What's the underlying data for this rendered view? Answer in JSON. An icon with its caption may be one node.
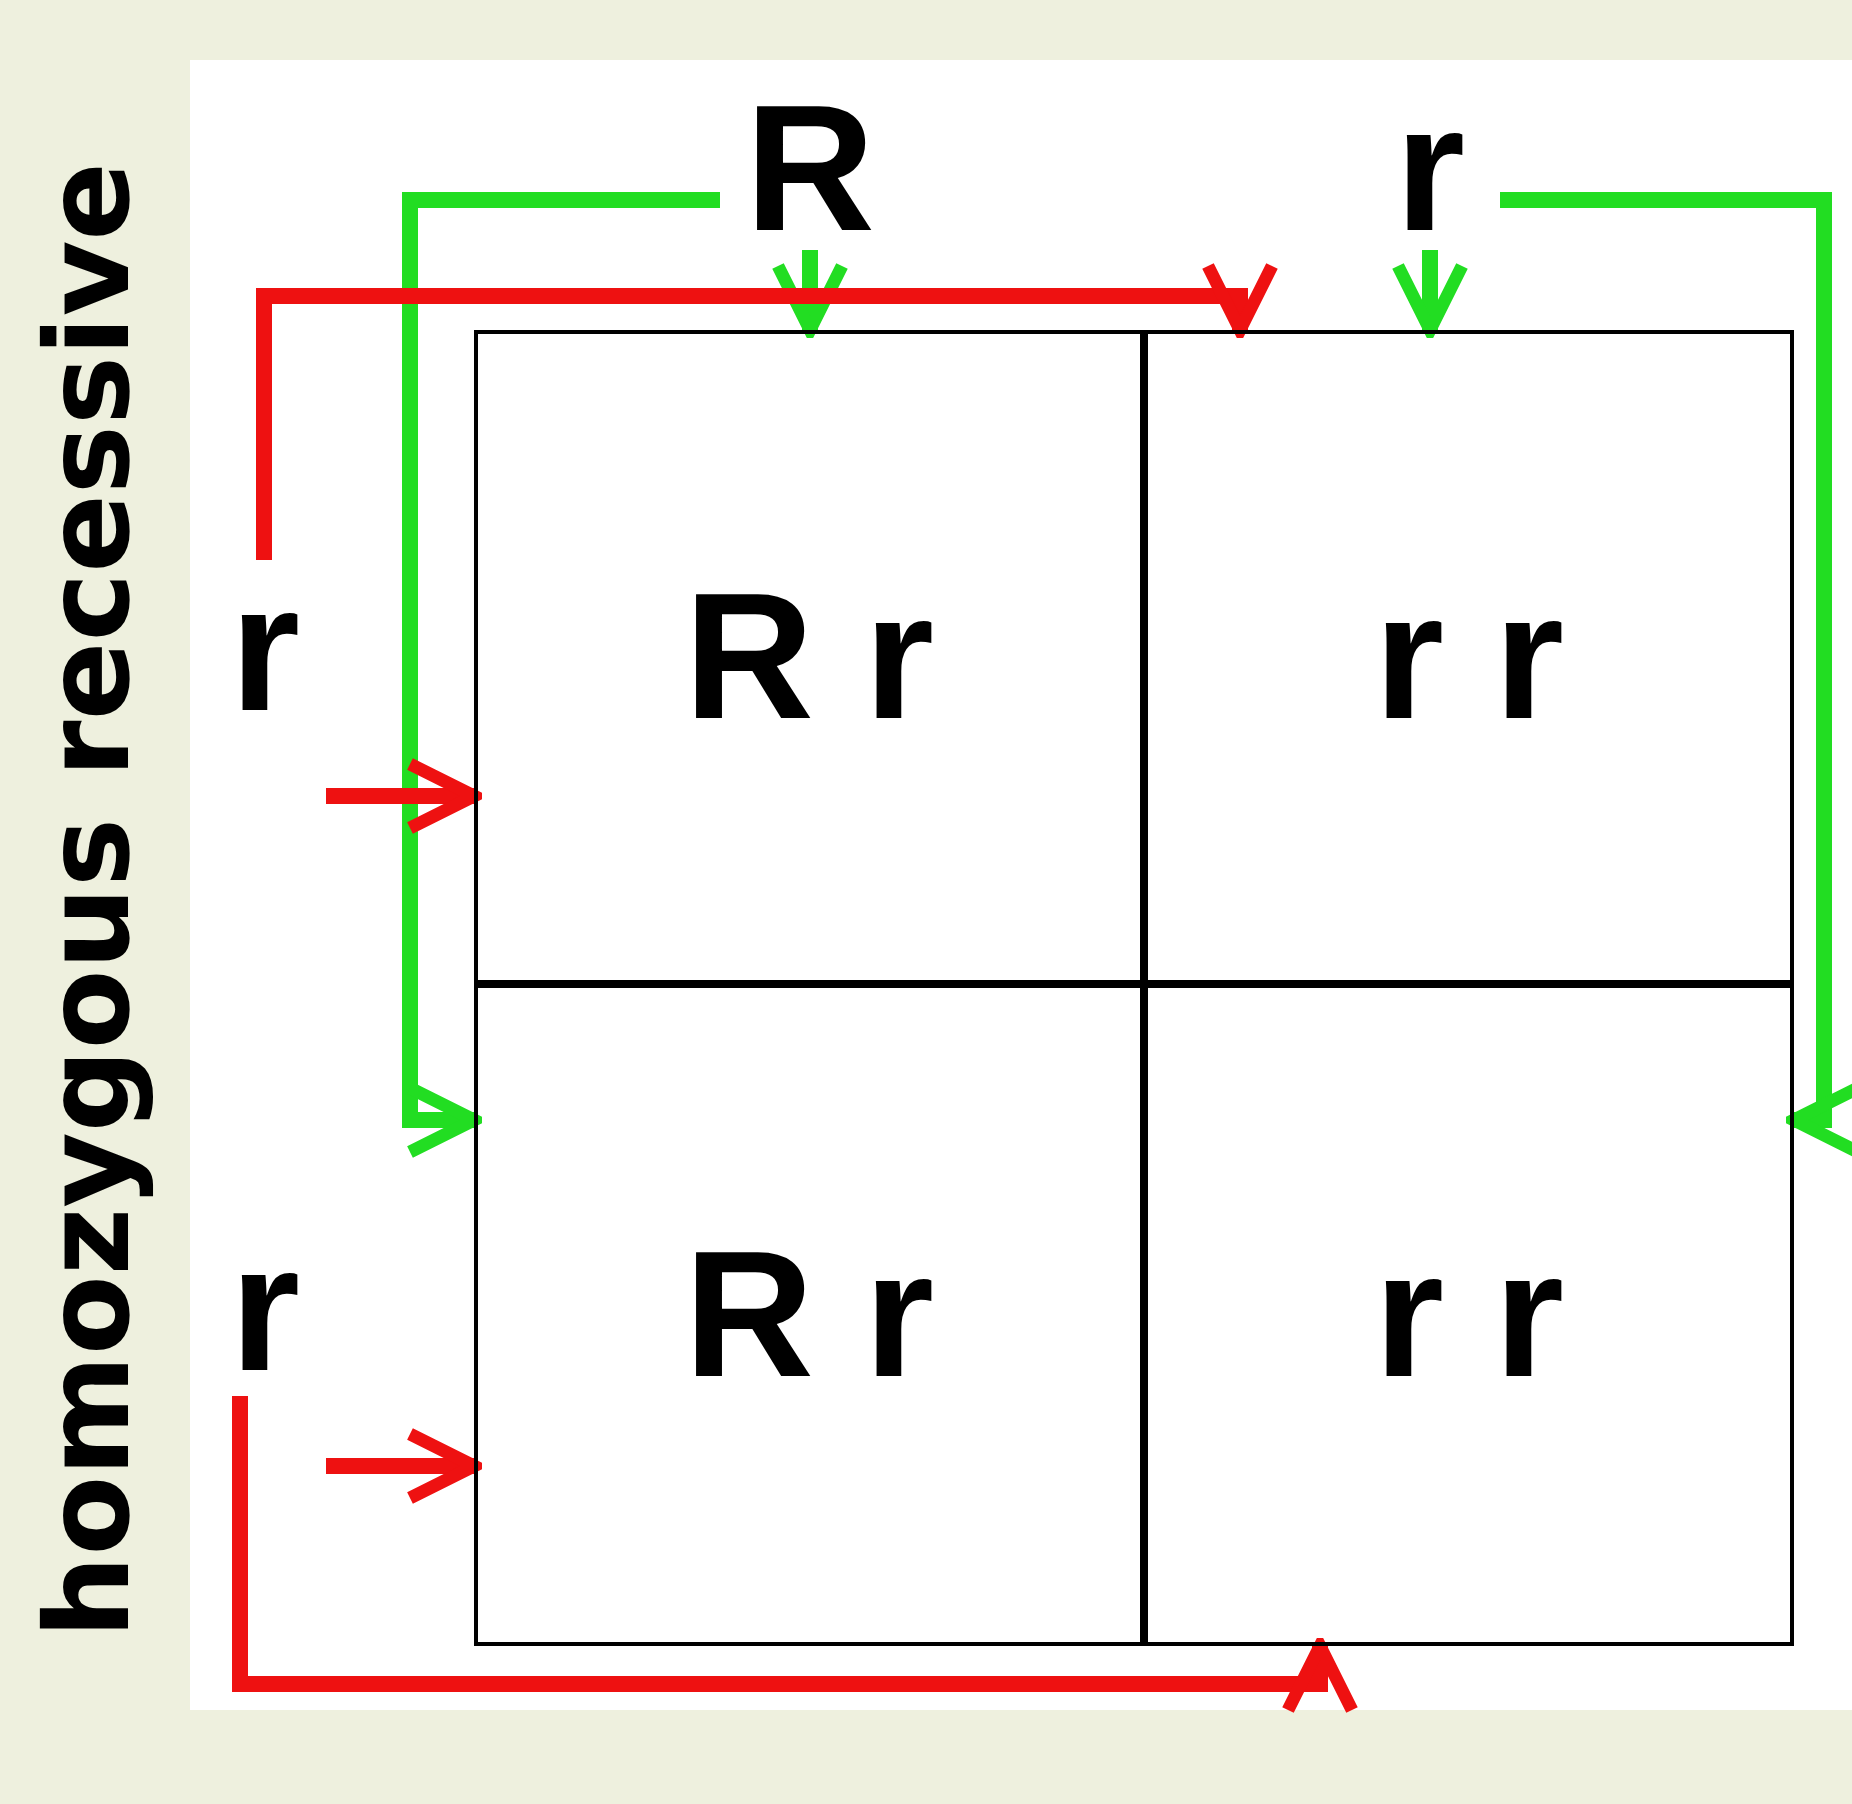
{
  "diagram": {
    "nodes": [
      {
        "text": [
          "R"
        ]
      },
      {
        "text": [
          "r"
        ]
      },
      {
        "text": [
          "r"
        ]
      },
      {
        "text": [
          "R r"
        ]
      },
      {
        "text": [
          "r r"
        ]
      },
      {
        "text": [
          "r"
        ]
      },
      {
        "text": [
          "R r"
        ]
      },
      {
        "text": [
          "r r"
        ]
      }
    ],
    "edges": [
      {
        "from": 0,
        "to": 3,
        "arrow": "to",
        "color": "#22dd22"
      },
      {
        "from": 0,
        "to": 6,
        "arrow": "to",
        "color": "#22dd22"
      },
      {
        "from": 1,
        "to": 4,
        "arrow": "to",
        "color": "#22dd22"
      },
      {
        "from": 1,
        "to": 7,
        "arrow": "to",
        "color": "#22dd22"
      },
      {
        "from": 2,
        "to": 3,
        "arrow": "to",
        "color": "#ee1111"
      },
      {
        "from": 2,
        "to": 4,
        "arrow": "to",
        "color": "#ee1111"
      },
      {
        "from": 5,
        "to": 6,
        "arrow": "to",
        "color": "#ee1111"
      },
      {
        "from": 5,
        "to": 7,
        "arrow": "to",
        "color": "#ee1111"
      }
    ],
    "labels": [
      "homozygous recessive"
    ]
  }
}
